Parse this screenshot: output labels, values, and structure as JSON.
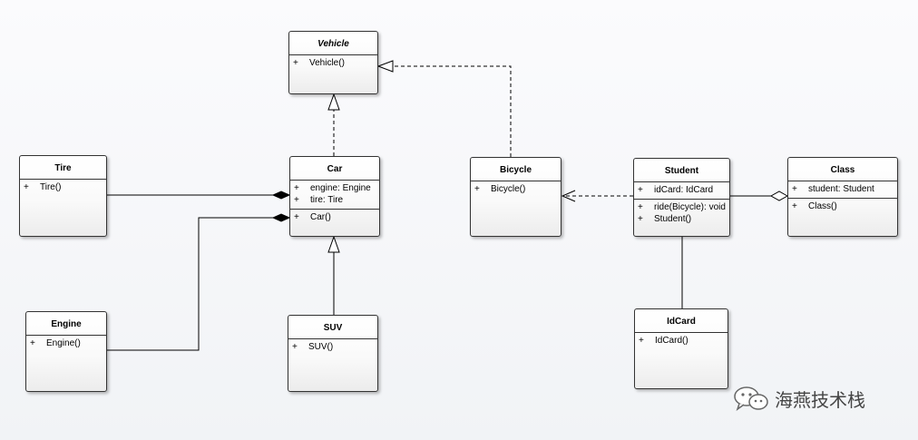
{
  "classes": {
    "vehicle": {
      "name": "Vehicle",
      "attributes": [],
      "operations": [
        {
          "vis": "+",
          "text": "Vehicle()"
        }
      ]
    },
    "car": {
      "name": "Car",
      "attributes": [
        {
          "vis": "+",
          "text": "engine: Engine"
        },
        {
          "vis": "+",
          "text": "tire: Tire"
        }
      ],
      "operations": [
        {
          "vis": "+",
          "text": "Car()"
        }
      ]
    },
    "tire": {
      "name": "Tire",
      "attributes": [],
      "operations": [
        {
          "vis": "+",
          "text": "Tire()"
        }
      ]
    },
    "engine": {
      "name": "Engine",
      "attributes": [],
      "operations": [
        {
          "vis": "+",
          "text": "Engine()"
        }
      ]
    },
    "suv": {
      "name": "SUV",
      "attributes": [],
      "operations": [
        {
          "vis": "+",
          "text": "SUV()"
        }
      ]
    },
    "bicycle": {
      "name": "Bicycle",
      "attributes": [],
      "operations": [
        {
          "vis": "+",
          "text": "Bicycle()"
        }
      ]
    },
    "student": {
      "name": "Student",
      "attributes": [
        {
          "vis": "+",
          "text": "idCard: IdCard"
        }
      ],
      "operations": [
        {
          "vis": "+",
          "text": "ride(Bicycle): void"
        },
        {
          "vis": "+",
          "text": "Student()"
        }
      ]
    },
    "class": {
      "name": "Class",
      "attributes": [
        {
          "vis": "+",
          "text": "student: Student"
        }
      ],
      "operations": [
        {
          "vis": "+",
          "text": "Class()"
        }
      ]
    },
    "idcard": {
      "name": "IdCard",
      "attributes": [],
      "operations": [
        {
          "vis": "+",
          "text": "IdCard()"
        }
      ]
    }
  },
  "relationships": [
    {
      "from": "car",
      "to": "vehicle",
      "type": "realization"
    },
    {
      "from": "bicycle",
      "to": "vehicle",
      "type": "realization"
    },
    {
      "from": "suv",
      "to": "car",
      "type": "generalization"
    },
    {
      "from": "tire",
      "to": "car",
      "type": "composition"
    },
    {
      "from": "engine",
      "to": "car",
      "type": "composition"
    },
    {
      "from": "student",
      "to": "bicycle",
      "type": "dependency"
    },
    {
      "from": "student",
      "to": "class",
      "type": "aggregation"
    },
    {
      "from": "student",
      "to": "idcard",
      "type": "association"
    }
  ],
  "watermark": {
    "text": "海燕技术栈",
    "icon": "wechat-icon"
  }
}
